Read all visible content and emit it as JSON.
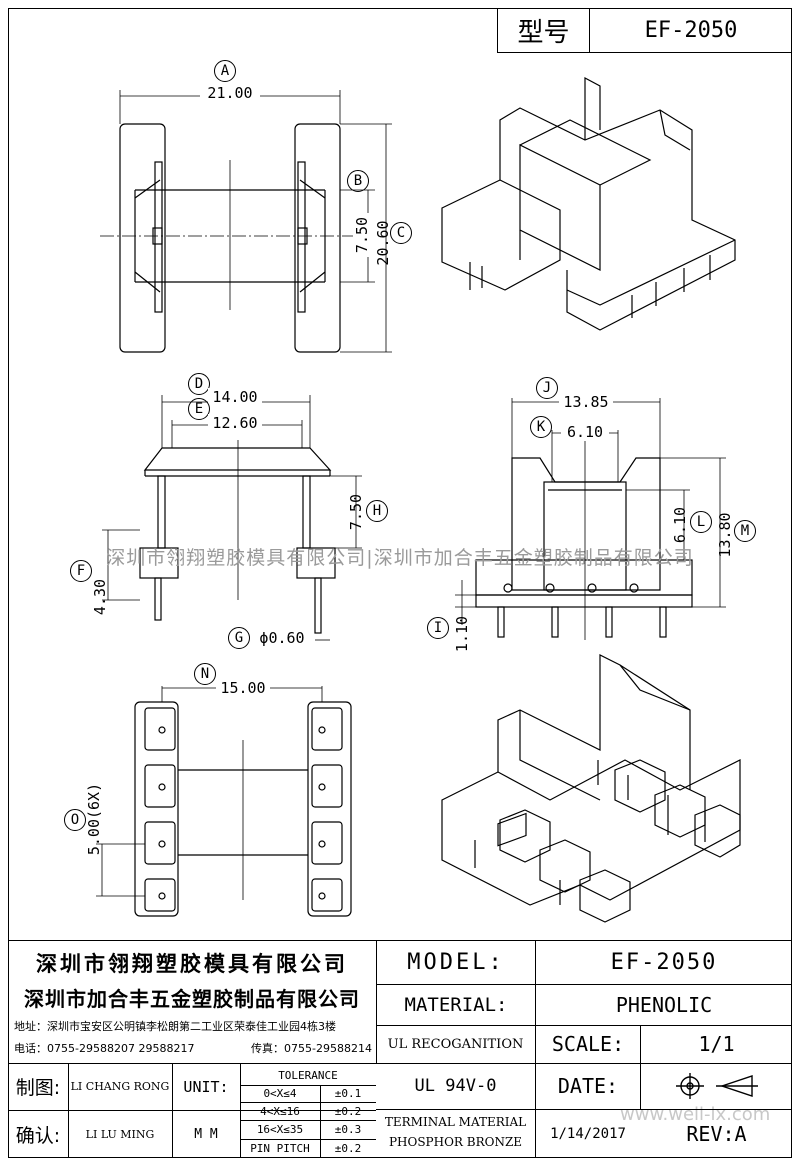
{
  "header": {
    "model_label": "型号",
    "model_value": "EF-2050"
  },
  "dims": {
    "A": {
      "letter": "A",
      "value": "21.00"
    },
    "B": {
      "letter": "B",
      "value": "7.50"
    },
    "C": {
      "letter": "C",
      "value": "20.60"
    },
    "D": {
      "letter": "D",
      "value": "14.00"
    },
    "E": {
      "letter": "E",
      "value": "12.60"
    },
    "F": {
      "letter": "F",
      "value": "4.30"
    },
    "G": {
      "letter": "G",
      "value": "ϕ0.60"
    },
    "H": {
      "letter": "H",
      "value": "7.50"
    },
    "I": {
      "letter": "I",
      "value": "1.10"
    },
    "J": {
      "letter": "J",
      "value": "13.85"
    },
    "K": {
      "letter": "K",
      "value": "6.10"
    },
    "L": {
      "letter": "L",
      "value": "6.10"
    },
    "M": {
      "letter": "M",
      "value": "13.80"
    },
    "N": {
      "letter": "N",
      "value": "15.00"
    },
    "O": {
      "letter": "O",
      "value": "5.00(6X)"
    }
  },
  "watermark": {
    "text": "深圳市翎翔塑胶模具有限公司|深圳市加合丰五金塑胶制品有限公司",
    "site": "www.well-lx.com"
  },
  "title_block": {
    "company1": "深圳市翎翔塑胶模具有限公司",
    "company2": "深圳市加合丰五金塑胶制品有限公司",
    "address": "地址：深圳市宝安区公明镇李松朗第二工业区荣泰佳工业园4栋3楼",
    "phone": "电话：0755-29588207  29588217",
    "fax": "传真：0755-29588214",
    "model_label": "MODEL:",
    "model_value": "EF-2050",
    "material_label": "MATERIAL:",
    "material_value": "PHENOLIC",
    "ul_label": "UL RECOGANITION",
    "ul_value": "UL 94V-0",
    "scale_label": "SCALE:",
    "scale_value": "1/1",
    "date_label": "DATE:",
    "date_value": "1/14/2017",
    "rev_label": "REV:A",
    "terminal_line1": "TERMINAL MATERIAL",
    "terminal_line2": "PHOSPHOR  BRONZE",
    "drawn_label": "制图:",
    "drawn_value": "LI CHANG RONG",
    "check_label": "确认:",
    "check_value": "LI LU MING",
    "unit_label": "UNIT:",
    "unit_value": "M M",
    "tolerance_title": "TOLERANCE",
    "tol": [
      {
        "range": "0<X≤4",
        "value": "±0.1"
      },
      {
        "range": "4<X≤16",
        "value": "±0.2"
      },
      {
        "range": "16<X≤35",
        "value": "±0.3"
      },
      {
        "range": "PIN PITCH",
        "value": "±0.2"
      }
    ]
  }
}
